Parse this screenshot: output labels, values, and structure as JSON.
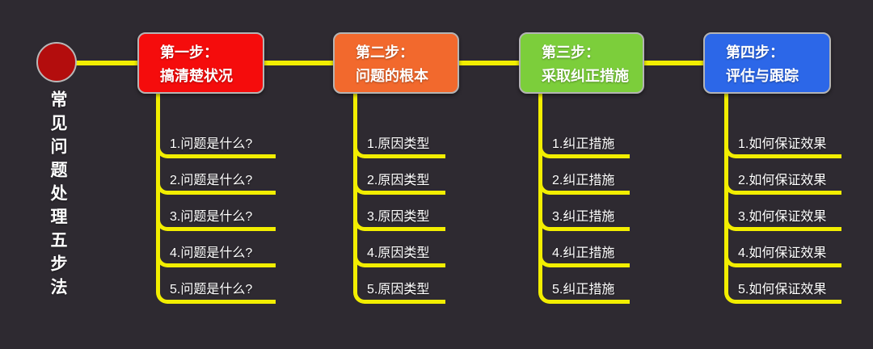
{
  "canvas": {
    "background_color": "#2e2a31",
    "connector_color": "#f2ee00"
  },
  "root": {
    "title": "常见问题处理五步法",
    "node_color": "#b30d0d",
    "node_border_color": "#b8b8b8"
  },
  "steps": [
    {
      "label_line1": "第一步：",
      "label_line2": "搞清楚状况",
      "color": "#f50c0c",
      "items": [
        "1.问题是什么?",
        "2.问题是什么?",
        "3.问题是什么?",
        "4.问题是什么?",
        "5.问题是什么?"
      ]
    },
    {
      "label_line1": "第二步：",
      "label_line2": "问题的根本",
      "color": "#f2692d",
      "items": [
        "1.原因类型",
        "2.原因类型",
        "3.原因类型",
        "4.原因类型",
        "5.原因类型"
      ]
    },
    {
      "label_line1": "第三步：",
      "label_line2": "采取纠正措施",
      "color": "#7cce3b",
      "items": [
        "1.纠正措施",
        "2.纠正措施",
        "3.纠正措施",
        "4.纠正措施",
        "5.纠正措施"
      ]
    },
    {
      "label_line1": "第四步：",
      "label_line2": "评估与跟踪",
      "color": "#2c67e8",
      "items": [
        "1.如何保证效果",
        "2.如何保证效果",
        "3.如何保证效果",
        "4.如何保证效果",
        "5.如何保证效果"
      ]
    }
  ]
}
